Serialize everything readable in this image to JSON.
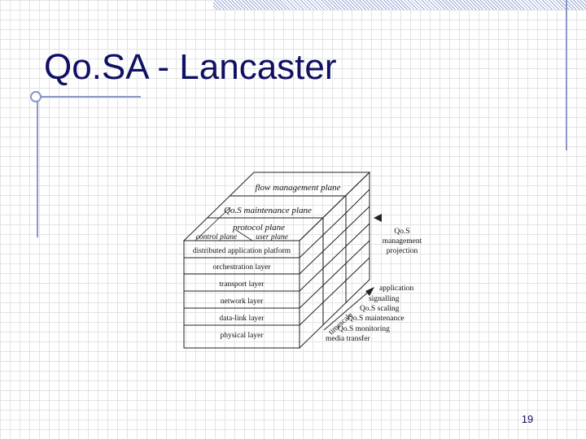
{
  "slide": {
    "title": "Qo.SA - Lancaster",
    "page_number": "19"
  },
  "diagram": {
    "planes": {
      "flow_management": "flow management plane",
      "qos_maintenance": "Qo.S maintenance plane",
      "protocol": "protocol plane",
      "control": "control plane",
      "user": "user plane"
    },
    "layers": [
      "distributed application platform",
      "orchestration layer",
      "transport layer",
      "network layer",
      "data-link layer",
      "physical layer"
    ],
    "qos_management_projection": [
      "Qo.S",
      "management",
      "projection"
    ],
    "side_labels": [
      "application",
      "signalling",
      "Qo.S scaling",
      "Qo.S maintenance",
      "Qo.S monitoring",
      "media transfer"
    ],
    "timescale": "timescale"
  }
}
